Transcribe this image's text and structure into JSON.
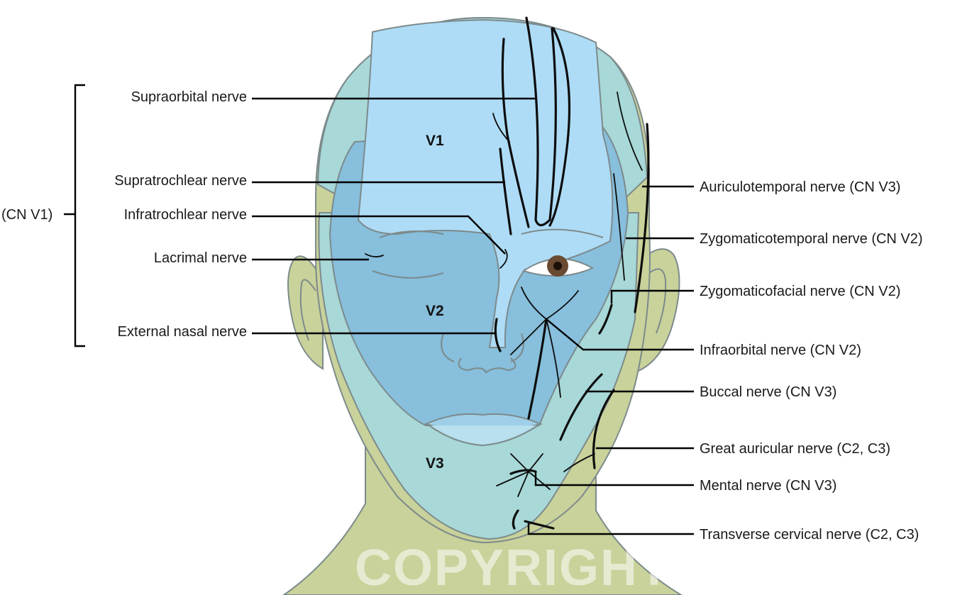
{
  "group_label": "(CN V1)",
  "zones": {
    "v1": "V1",
    "v2": "V2",
    "v3": "V3"
  },
  "left_labels": [
    "Supraorbital nerve",
    "Supratrochlear nerve",
    "Infratrochlear nerve",
    "Lacrimal nerve",
    "External nasal nerve"
  ],
  "right_labels": [
    "Auriculotemporal nerve (CN V3)",
    "Zygomaticotemporal nerve (CN V2)",
    "Zygomaticofacial nerve (CN V2)",
    "Infraorbital nerve (CN V2)",
    "Buccal nerve (CN V3)",
    "Great auricular nerve (C2, C3)",
    "Mental nerve (CN V3)",
    "Transverse cervical nerve (C2, C3)"
  ],
  "watermark": "COPYRIGHT",
  "colors": {
    "v1": "#aedcf6",
    "v2": "#87bfdc",
    "v3": "#a8d8d8",
    "cervical": "#c8d29a",
    "skin_outline": "#7d8a8c",
    "nerve": "#0d0d0d"
  }
}
